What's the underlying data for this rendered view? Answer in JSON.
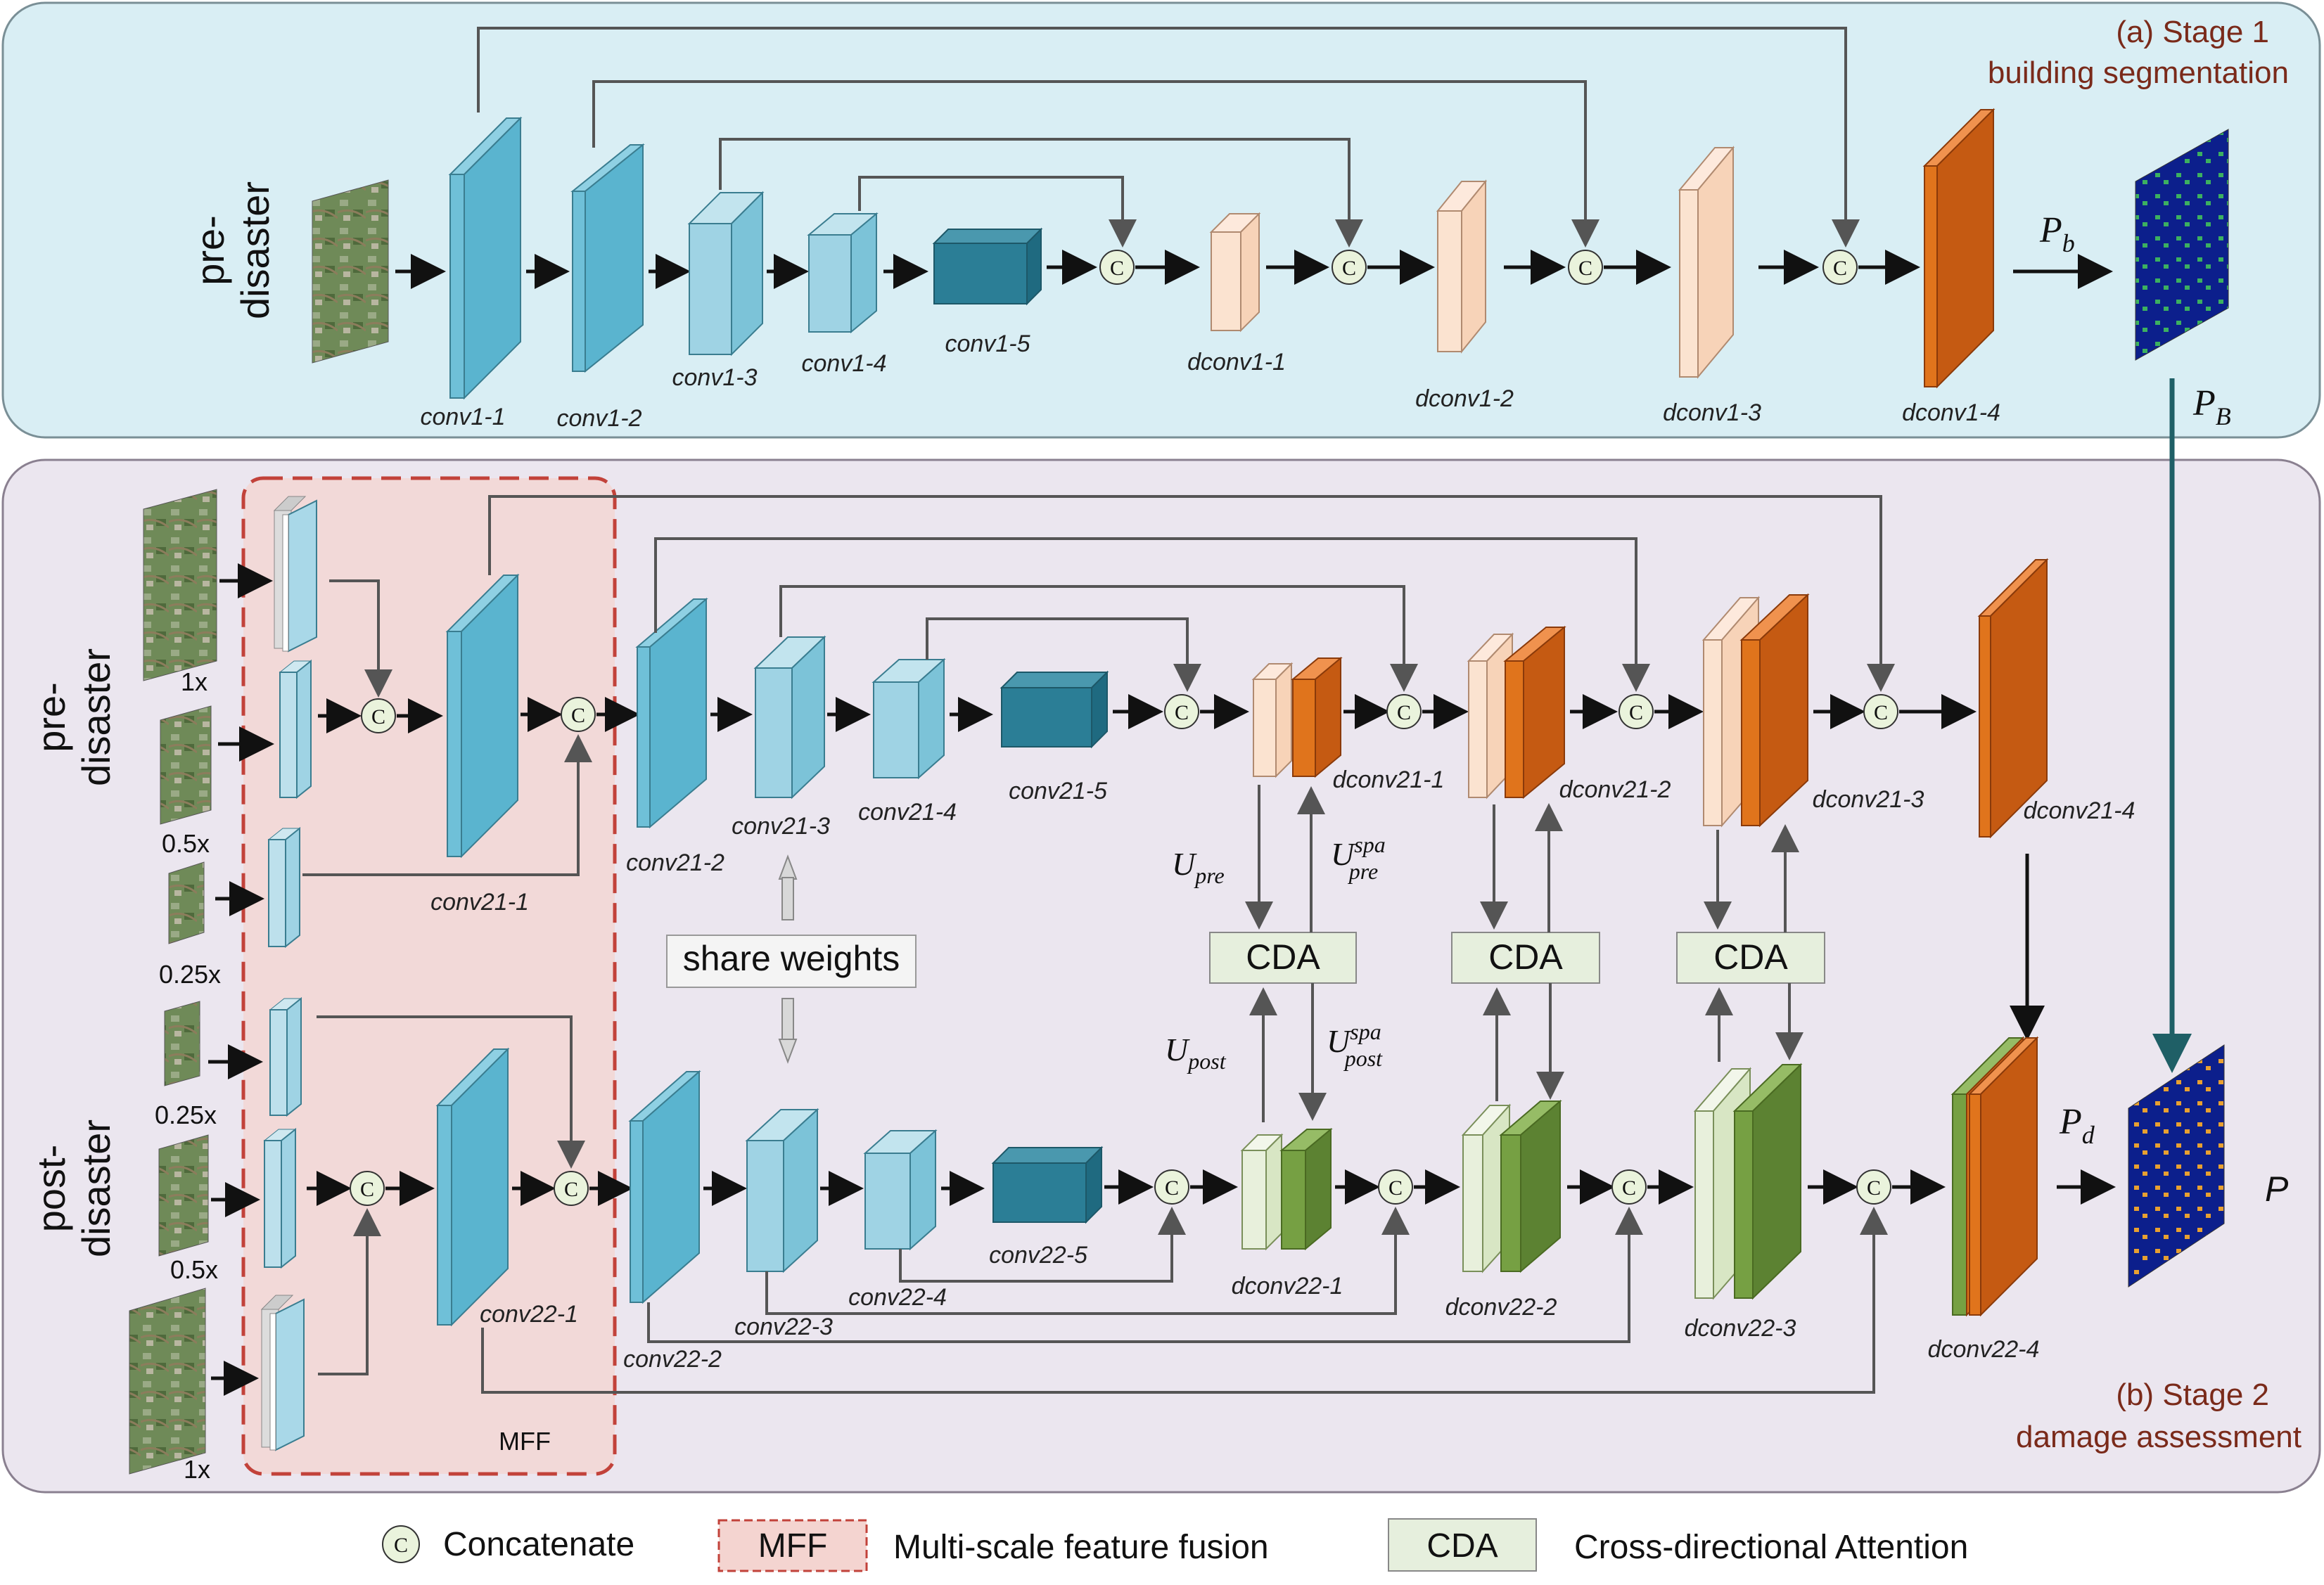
{
  "stage1": {
    "title_line1": "(a) Stage 1",
    "title_line2": "building segmentation",
    "side_line1": "pre-",
    "side_line2": "disaster",
    "layers": [
      "conv1-1",
      "conv1-2",
      "conv1-3",
      "conv1-4",
      "conv1-5",
      "dconv1-1",
      "dconv1-2",
      "dconv1-3",
      "dconv1-4"
    ],
    "out_b_main": "P",
    "out_b_sub": "b",
    "out_B_main": "P",
    "out_B_sub": "B"
  },
  "stage2": {
    "title_line1": "(b) Stage 2",
    "title_line2": "damage assessment",
    "pre_side_line1": "pre-",
    "pre_side_line2": "disaster",
    "post_side_line1": "post-",
    "post_side_line2": "disaster",
    "scales": [
      "1x",
      "0.5x",
      "0.25x",
      "0.25x",
      "0.5x",
      "1x"
    ],
    "mff_label": "MFF",
    "share_weights": "share weights",
    "cda": "CDA",
    "pre_layers": [
      "conv21-1",
      "conv21-2",
      "conv21-3",
      "conv21-4",
      "conv21-5",
      "dconv21-1",
      "dconv21-2",
      "dconv21-3",
      "dconv21-4"
    ],
    "post_layers": [
      "conv22-1",
      "conv22-2",
      "conv22-3",
      "conv22-4",
      "conv22-5",
      "dconv22-1",
      "dconv22-2",
      "dconv22-3",
      "dconv22-4"
    ],
    "u_pre": "U",
    "u_pre_sub": "pre",
    "u_pre_spa_sup": "spa",
    "u_pre_spa_sub": "pre",
    "u_post": "U",
    "u_post_sub": "post",
    "u_post_spa_sup": "spa",
    "u_post_spa_sub": "post",
    "out_d_main": "P",
    "out_d_sub": "d",
    "out_final": "P"
  },
  "concat_symbol": "C",
  "legend": {
    "concat": "Concatenate",
    "mff_box": "MFF",
    "mff": "Multi-scale feature fusion",
    "cda_box": "CDA",
    "cda": "Cross-directional Attention"
  },
  "colors": {
    "stage1_bg": "#d9eef4",
    "stage2_bg": "#ebe6ef",
    "conv_blue": "#5ab4cf",
    "conv_light": "#9fd3e4",
    "conv_dark": "#2b7e96",
    "peach": "#f9dcc6",
    "orange": "#e0741c",
    "green": "#76a043",
    "cda_fill": "#e6efdd",
    "mff_fill": "#f4d4d0",
    "mff_border": "#c2423a",
    "arrow_teal": "#1f5f66"
  }
}
